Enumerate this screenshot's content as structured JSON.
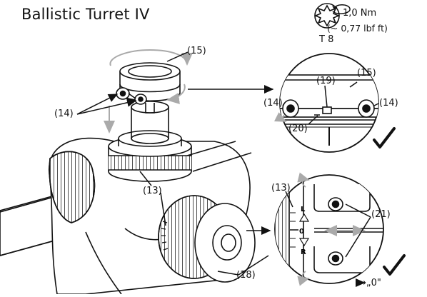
{
  "title": "Ballistic Turret IV",
  "spec": {
    "torque": "1,0 Nm",
    "torque_imperial": "(~ 0,77 lbf ft)",
    "tool": "T 8"
  },
  "callouts": {
    "c15_top": "(15)",
    "c14_left": "(14)",
    "c19": "(19)",
    "c15_detail": "(15)",
    "c14_detail_left": "(14)",
    "c14_detail_right": "(14)",
    "c20": "(20)",
    "c13_main": "(13)",
    "c13_detail": "(13)",
    "c21": "(21)",
    "c18": "(18)"
  },
  "scale_marks": {
    "l": "L",
    "zero": "0",
    "r": "R"
  },
  "zero_note": "→„0\""
}
